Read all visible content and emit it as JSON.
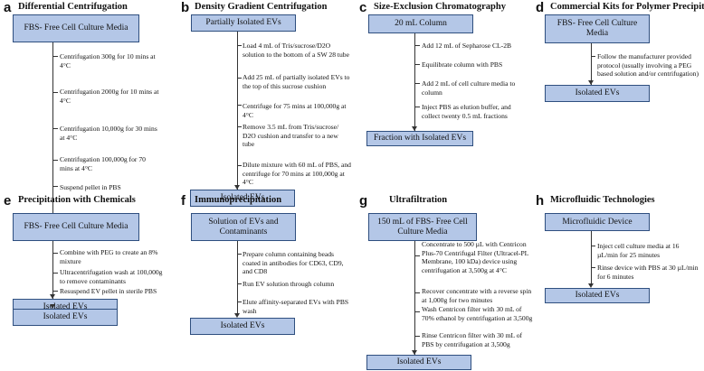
{
  "panels": [
    {
      "letter": "a",
      "title": "Differential Centrifugation",
      "start": "FBS- Free Cell Culture Media",
      "steps": [
        "Centrifugation 300g for 10 mins at 4°C",
        "Centrifugation 2000g for 10 mins at 4°C",
        "Centrifugation 10,000g for 30 mins at 4°C",
        "Centrifugation 100,000g for 70 mins at 4°C",
        "Suspend pellet in PBS"
      ],
      "end": "Isolated EVs"
    },
    {
      "letter": "b",
      "title": "Density Gradient Centrifugation",
      "start": "Partially Isolated EVs",
      "steps": [
        "Load 4 mL of Tris/sucrose/D2O solution to the bottom of a SW 28 tube",
        "Add 25 mL of partially isolated EVs to the top of this sucrose cushion",
        "Centrifuge for 75 mins at 100,000g at 4°C",
        "Remove 3.5 mL from Tris/sucrose/ D2O cushion and transfer to a new tube",
        "Dilute mixture with 60 mL of PBS, and centrifuge for 70 mins at 100,000g at 4°C"
      ],
      "end": "Isolated EVs"
    },
    {
      "letter": "c",
      "title": "Size-Exclusion Chromatography",
      "start": "20 mL Column",
      "steps": [
        "Add 12 mL of Sepharose CL-2B",
        "Equilibrate column with PBS",
        "Add 2 mL of cell culture media to column",
        "Inject PBS as elution buffer, and collect twenty 0.5 mL fractions"
      ],
      "end": "Fraction with Isolated EVs"
    },
    {
      "letter": "d",
      "title": "Commercial Kits for Polymer Precipitation",
      "start": "FBS- Free Cell Culture Media",
      "steps": [
        "Follow the manufacturer provided protocol (usually involving a PEG based solution and/or centrifugation)"
      ],
      "end": "Isolated EVs"
    },
    {
      "letter": "e",
      "title": "Precipitation with Chemicals",
      "start": "FBS- Free Cell Culture Media",
      "steps": [
        "Combine with PEG to create an 8% mixture",
        "Ultracentrifugation wash at 100,000g to remove contaminants",
        "Resuspend EV pellet in sterile PBS"
      ],
      "end": "Isolated EVs"
    },
    {
      "letter": "f",
      "title": "Immunoprecipitation",
      "start": "Solution of EVs and Contaminants",
      "steps": [
        "Prepare column containing beads coated in antibodies for CD63, CD9, and CD8",
        "Run EV solution through column",
        "Elute affinity-separated EVs with PBS wash"
      ],
      "end": "Isolated EVs"
    },
    {
      "letter": "g",
      "title": "Ultrafiltration",
      "start": "150 mL of FBS- Free Cell Culture Media",
      "steps": [
        "Concentrate to 500 µL with Centricon Plus-70 Centrifugal Filter (Ultracel-PL Membrane, 100 kDa) device using centrifugation at 3,500g at 4°C",
        "Recover concentrate with a reverse spin at 1,000g for two minutes",
        "Wash Centricon filter with 30 mL of 70% ethanol by centrifugation at 3,500g",
        "Rinse Centricon filter with 30 mL of PBS by centrifugation at 3,500g"
      ],
      "end": "Isolated EVs"
    },
    {
      "letter": "h",
      "title": "Microfluidic Technologies",
      "start": "Microfluidic Device",
      "steps": [
        "Inject cell culture media at 16 µL/min for 25 minutes",
        "Rinse device with PBS at 30 µL/min for 6 minutes"
      ],
      "end": "Isolated EVs"
    }
  ]
}
